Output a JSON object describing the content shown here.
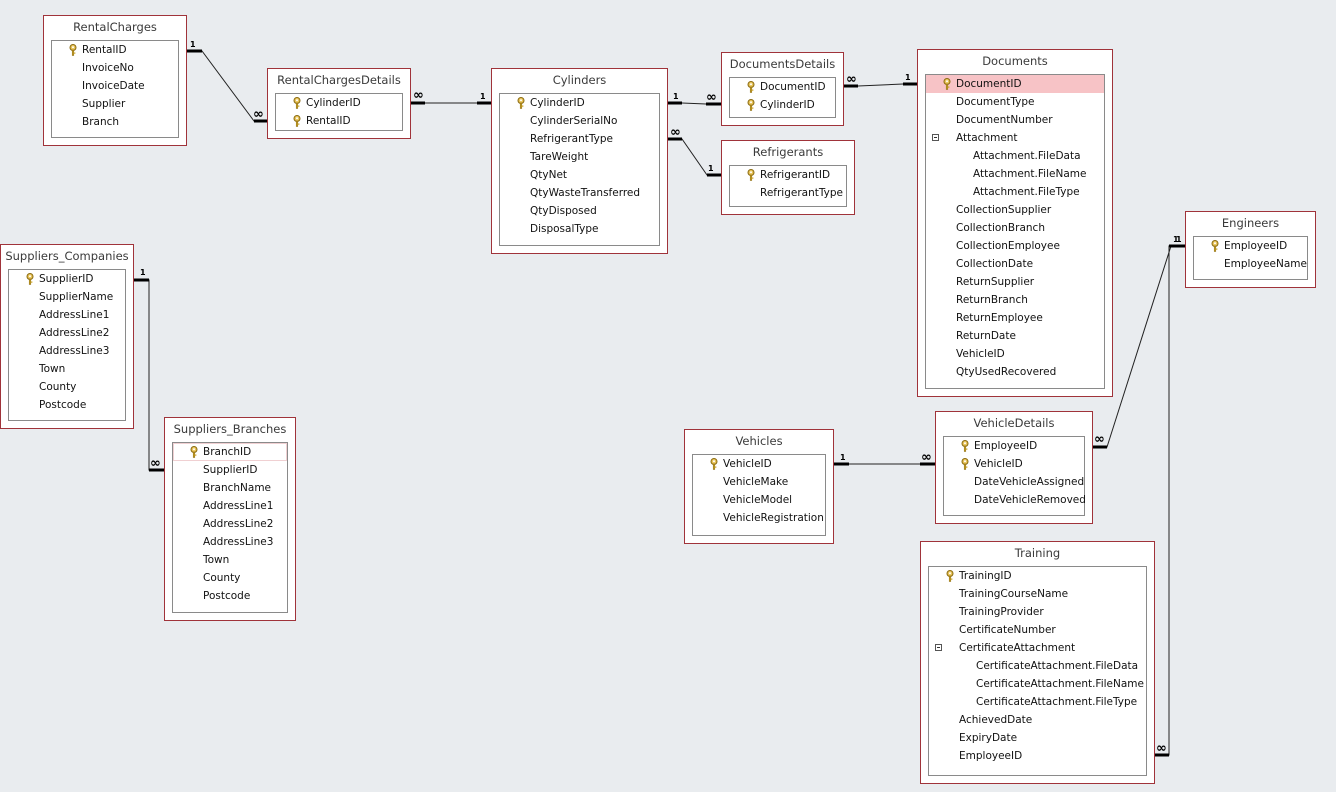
{
  "diagram": {
    "type": "relationships",
    "tables": {
      "rentalcharges": {
        "title": "RentalCharges",
        "fields": [
          {
            "name": "RentalID",
            "key": true
          },
          {
            "name": "InvoiceNo"
          },
          {
            "name": "InvoiceDate"
          },
          {
            "name": "Supplier"
          },
          {
            "name": "Branch"
          }
        ]
      },
      "rentalchargesdetails": {
        "title": "RentalChargesDetails",
        "fields": [
          {
            "name": "CylinderID",
            "key": true
          },
          {
            "name": "RentalID",
            "key": true
          }
        ]
      },
      "cylinders": {
        "title": "Cylinders",
        "fields": [
          {
            "name": "CylinderID",
            "key": true
          },
          {
            "name": "CylinderSerialNo"
          },
          {
            "name": "RefrigerantType"
          },
          {
            "name": "TareWeight"
          },
          {
            "name": "QtyNet"
          },
          {
            "name": "QtyWasteTransferred"
          },
          {
            "name": "QtyDisposed"
          },
          {
            "name": "DisposalType"
          }
        ]
      },
      "documentsdetails": {
        "title": "DocumentsDetails",
        "fields": [
          {
            "name": "DocumentID",
            "key": true
          },
          {
            "name": "CylinderID",
            "key": true
          }
        ]
      },
      "refrigerants": {
        "title": "Refrigerants",
        "fields": [
          {
            "name": "RefrigerantID",
            "key": true
          },
          {
            "name": "RefrigerantType"
          }
        ]
      },
      "documents": {
        "title": "Documents",
        "fields": [
          {
            "name": "DocumentID",
            "key": true,
            "selected": true
          },
          {
            "name": "DocumentType"
          },
          {
            "name": "DocumentNumber"
          },
          {
            "name": "Attachment",
            "expander": true
          },
          {
            "name": "Attachment.FileData",
            "sub": true
          },
          {
            "name": "Attachment.FileName",
            "sub": true
          },
          {
            "name": "Attachment.FileType",
            "sub": true
          },
          {
            "name": "CollectionSupplier"
          },
          {
            "name": "CollectionBranch"
          },
          {
            "name": "CollectionEmployee"
          },
          {
            "name": "CollectionDate"
          },
          {
            "name": "ReturnSupplier"
          },
          {
            "name": "ReturnBranch"
          },
          {
            "name": "ReturnEmployee"
          },
          {
            "name": "ReturnDate"
          },
          {
            "name": "VehicleID"
          },
          {
            "name": "QtyUsedRecovered"
          }
        ]
      },
      "suppliers_companies": {
        "title": "Suppliers_Companies",
        "fields": [
          {
            "name": "SupplierID",
            "key": true
          },
          {
            "name": "SupplierName"
          },
          {
            "name": "AddressLine1"
          },
          {
            "name": "AddressLine2"
          },
          {
            "name": "AddressLine3"
          },
          {
            "name": "Town"
          },
          {
            "name": "County"
          },
          {
            "name": "Postcode"
          }
        ]
      },
      "suppliers_branches": {
        "title": "Suppliers_Branches",
        "fields": [
          {
            "name": "BranchID",
            "key": true,
            "highlight": true
          },
          {
            "name": "SupplierID"
          },
          {
            "name": "BranchName"
          },
          {
            "name": "AddressLine1"
          },
          {
            "name": "AddressLine2"
          },
          {
            "name": "AddressLine3"
          },
          {
            "name": "Town"
          },
          {
            "name": "County"
          },
          {
            "name": "Postcode"
          }
        ]
      },
      "engineers": {
        "title": "Engineers",
        "fields": [
          {
            "name": "EmployeeID",
            "key": true
          },
          {
            "name": "EmployeeName"
          }
        ]
      },
      "vehicles": {
        "title": "Vehicles",
        "fields": [
          {
            "name": "VehicleID",
            "key": true
          },
          {
            "name": "VehicleMake"
          },
          {
            "name": "VehicleModel"
          },
          {
            "name": "VehicleRegistration"
          }
        ]
      },
      "vehicledetails": {
        "title": "VehicleDetails",
        "fields": [
          {
            "name": "EmployeeID",
            "key": true
          },
          {
            "name": "VehicleID",
            "key": true
          },
          {
            "name": "DateVehicleAssigned"
          },
          {
            "name": "DateVehicleRemoved"
          }
        ]
      },
      "training": {
        "title": "Training",
        "fields": [
          {
            "name": "TrainingID",
            "key": true
          },
          {
            "name": "TrainingCourseName"
          },
          {
            "name": "TrainingProvider"
          },
          {
            "name": "CertificateNumber"
          },
          {
            "name": "CertificateAttachment",
            "expander": true
          },
          {
            "name": "CertificateAttachment.FileData",
            "sub": true
          },
          {
            "name": "CertificateAttachment.FileName",
            "sub": true
          },
          {
            "name": "CertificateAttachment.FileType",
            "sub": true
          },
          {
            "name": "AchievedDate"
          },
          {
            "name": "ExpiryDate"
          },
          {
            "name": "EmployeeID"
          }
        ]
      }
    },
    "relationships": [
      {
        "from": "rentalcharges",
        "to": "rentalchargesdetails",
        "from_card": "1",
        "to_card": "∞"
      },
      {
        "from": "rentalchargesdetails",
        "to": "cylinders",
        "from_card": "∞",
        "to_card": "1"
      },
      {
        "from": "cylinders",
        "to": "documentsdetails",
        "from_card": "1",
        "to_card": "∞"
      },
      {
        "from": "cylinders",
        "to": "refrigerants",
        "from_card": "∞",
        "to_card": "1"
      },
      {
        "from": "documentsdetails",
        "to": "documents",
        "from_card": "∞",
        "to_card": "1"
      },
      {
        "from": "suppliers_companies",
        "to": "suppliers_branches",
        "from_card": "1",
        "to_card": "∞"
      },
      {
        "from": "vehicles",
        "to": "vehicledetails",
        "from_card": "1",
        "to_card": "∞"
      },
      {
        "from": "vehicledetails",
        "to": "engineers",
        "from_card": "∞",
        "to_card": "1"
      },
      {
        "from": "training",
        "to": "engineers",
        "from_card": "∞",
        "to_card": "1"
      }
    ],
    "colors": {
      "background": "#e9ecef",
      "table_border": "#a0333a",
      "selected_row": "#f7c3c6",
      "key_icon": "#c9a227"
    }
  }
}
